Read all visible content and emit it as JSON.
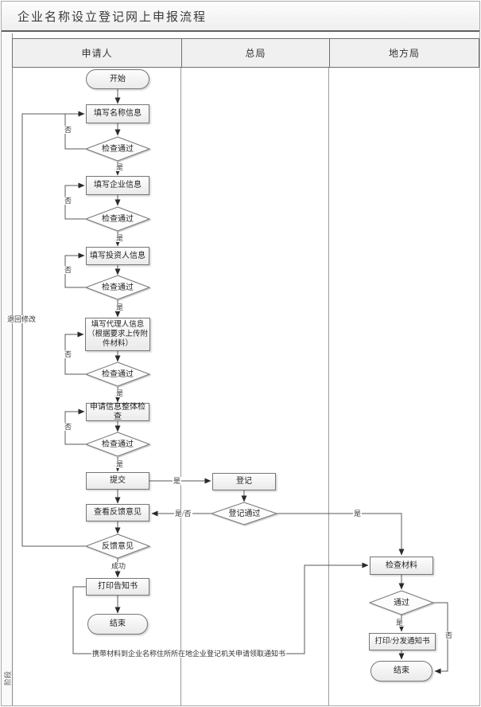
{
  "title": "企业名称设立登记网上申报流程",
  "sidebar": {
    "stage_label": "阶段"
  },
  "lanes": {
    "applicant": "申请人",
    "head_office": "总局",
    "local_office": "地方局"
  },
  "nodes": {
    "start": "开始",
    "fill_name": "填写名称信息",
    "check_pass": "检查通过",
    "fill_enterprise": "填写企业信息",
    "fill_investor": "填写投资人信息",
    "fill_agent_line1": "填写代理人信息",
    "fill_agent_line2": "（根据要求上传附",
    "fill_agent_line3": "件材料）",
    "overall_check": "申请信息整体检查",
    "submit": "提交",
    "register": "登记",
    "register_pass": "登记通过",
    "view_feedback": "查看反馈意见",
    "feedback": "反馈意见",
    "print_notice": "打印告知书",
    "end": "结束",
    "check_materials": "检查材料",
    "pass": "通过",
    "print_distribute": "打印/分发通知书"
  },
  "edge_labels": {
    "yes": "是",
    "no": "否",
    "yes_no": "是/否",
    "success": "成功",
    "return_modify": "退回修改",
    "carry_materials": "携带材料到企业名称住所所在地企业登记机关申请领取通知书"
  },
  "colors": {
    "line": "#5a5a5a",
    "shape_border": "#767676",
    "header_bg": "#f0f0f0",
    "title_separator": "#606060"
  }
}
